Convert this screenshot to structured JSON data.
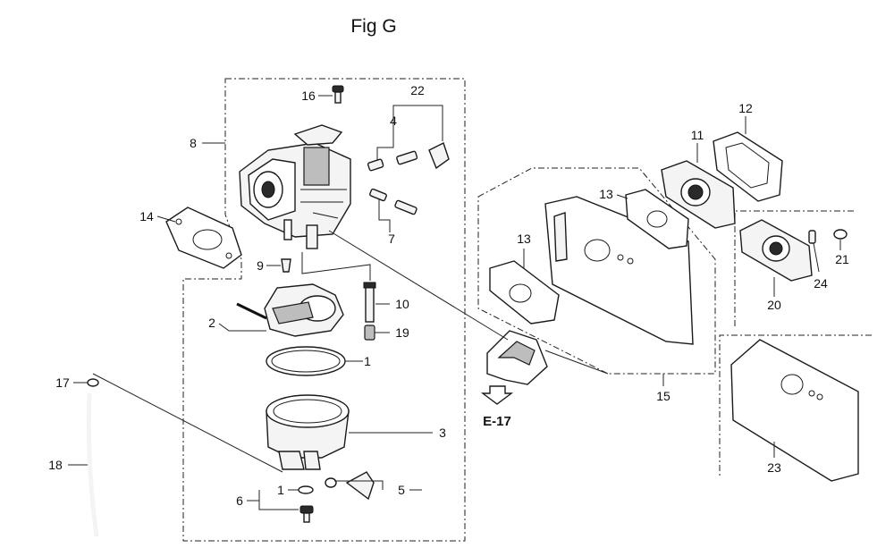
{
  "figure": {
    "title": "Fig G",
    "reference": "E-17"
  },
  "callouts": {
    "c1a": "1",
    "c1b": "1",
    "c2": "2",
    "c3": "3",
    "c4": "4",
    "c5": "5",
    "c6": "6",
    "c7": "7",
    "c8": "8",
    "c9": "9",
    "c10": "10",
    "c11": "11",
    "c12": "12",
    "c13a": "13",
    "c13b": "13",
    "c14": "14",
    "c15": "15",
    "c16": "16",
    "c17": "17",
    "c18": "18",
    "c19": "19",
    "c20": "20",
    "c21": "21",
    "c22": "22",
    "c23": "23",
    "c24": "24"
  }
}
